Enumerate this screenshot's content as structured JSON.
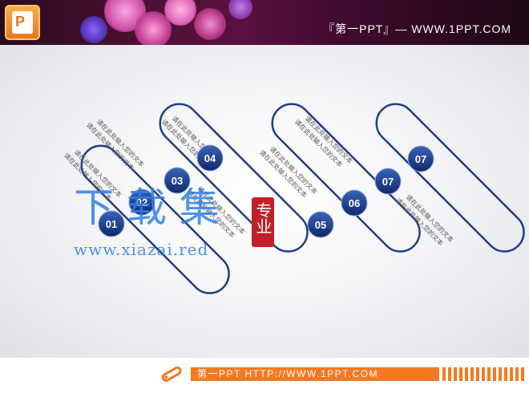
{
  "header": {
    "title": "『第一PPT』— WWW.1PPT.COM"
  },
  "steps": [
    {
      "number": "01",
      "lines": [
        "请在此处输入您的文本",
        "请在此处输入您的文本"
      ]
    },
    {
      "number": "02",
      "lines": [
        "请在此处输入您的文本",
        "请在此处输入您的文本"
      ]
    },
    {
      "number": "03",
      "lines": [
        "请在此处输入您的文本",
        "请在此处输入您的文本"
      ]
    },
    {
      "number": "04",
      "lines": [
        "请在此处输入您的文本",
        "请在此处输入您的文本"
      ]
    },
    {
      "number": "05",
      "lines": [
        "请在此处输入您的文本",
        "请在此处输入您的文本"
      ]
    },
    {
      "number": "06",
      "lines": [
        "请在此处输入您的文本",
        "请在此处输入您的文本"
      ]
    },
    {
      "number": "07",
      "lines": [
        "请在此处输入您的文本",
        "请在此处输入您的文本"
      ]
    }
  ],
  "watermark": {
    "cn": "下 载 集",
    "seal": "专业",
    "url": "www.xiazai.red"
  },
  "footer": {
    "text": "第一PPT HTTP://WWW.1PPT.COM"
  },
  "colors": {
    "accent_blue": "#1f3f86",
    "header_bg": "#3a0a2a",
    "footer_orange": "#f47a22",
    "watermark_blue": "#2f7ee8",
    "seal_red": "#c0202a"
  }
}
